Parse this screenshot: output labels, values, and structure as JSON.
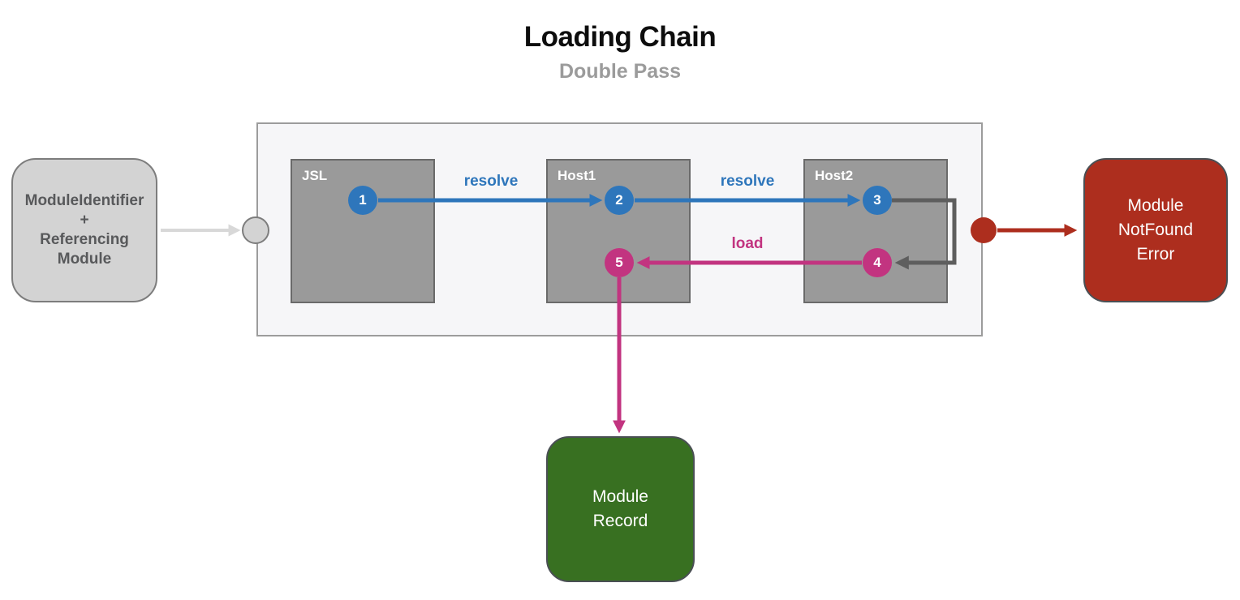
{
  "title": "Loading Chain",
  "subtitle": "Double Pass",
  "colors": {
    "blue": "#2e76bb",
    "pink": "#c23480",
    "loop_gray": "#5e5e5e",
    "light_gray": "#d8d8d8",
    "red": "#ad2e1e",
    "green": "#387021",
    "lane_gray": "#9a9a9a",
    "input_gray": "#d3d3d3"
  },
  "nodes": {
    "input": {
      "lines": [
        "ModuleIdentifier",
        "+",
        "Referencing",
        "Module"
      ]
    },
    "record": {
      "lines": [
        "Module",
        "Record"
      ]
    },
    "error": {
      "lines": [
        "Module",
        "NotFound",
        "Error"
      ]
    }
  },
  "lanes": [
    "JSL",
    "Host1",
    "Host2"
  ],
  "steps": [
    "1",
    "2",
    "3",
    "4",
    "5"
  ],
  "edges": {
    "resolve1": "resolve",
    "resolve2": "resolve",
    "load": "load"
  }
}
